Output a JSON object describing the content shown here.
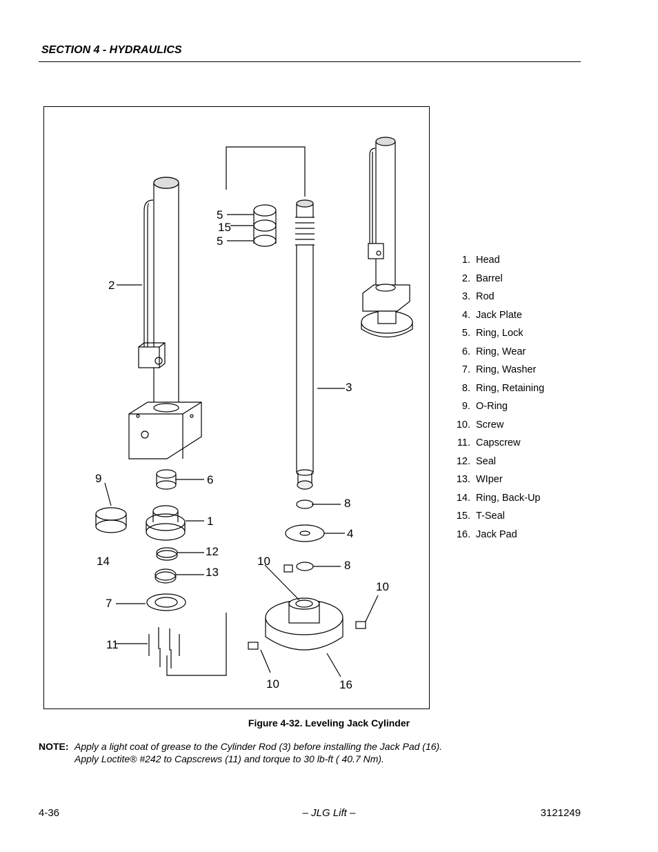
{
  "header": {
    "section": "SECTION 4 - HYDRAULICS"
  },
  "figure": {
    "caption": "Figure 4-32.  Leveling Jack Cylinder",
    "callouts": [
      "2",
      "5",
      "15",
      "5",
      "3",
      "9",
      "6",
      "1",
      "14",
      "12",
      "13",
      "7",
      "11",
      "8",
      "4",
      "10",
      "8",
      "10",
      "10",
      "16"
    ]
  },
  "parts": [
    {
      "num": "1.",
      "name": "Head"
    },
    {
      "num": "2.",
      "name": "Barrel"
    },
    {
      "num": "3.",
      "name": "Rod"
    },
    {
      "num": "4.",
      "name": "Jack Plate"
    },
    {
      "num": "5.",
      "name": "Ring, Lock"
    },
    {
      "num": "6.",
      "name": "Ring, Wear"
    },
    {
      "num": "7.",
      "name": "Ring, Washer"
    },
    {
      "num": "8.",
      "name": "Ring, Retaining"
    },
    {
      "num": "9.",
      "name": "O-Ring"
    },
    {
      "num": "10.",
      "name": "Screw"
    },
    {
      "num": "11.",
      "name": "Capscrew"
    },
    {
      "num": "12.",
      "name": "Seal"
    },
    {
      "num": "13.",
      "name": "WIper"
    },
    {
      "num": "14.",
      "name": "Ring, Back-Up"
    },
    {
      "num": "15.",
      "name": "T-Seal"
    },
    {
      "num": "16.",
      "name": "Jack Pad"
    }
  ],
  "note": {
    "label": "NOTE:",
    "line1": "Apply a light coat of grease to the Cylinder Rod (3) before installing the Jack Pad (16).",
    "line2": "Apply Loctite® #242 to Capscrews (11) and torque to 30 lb-ft ( 40.7 Nm)."
  },
  "footer": {
    "page": "4-36",
    "center": "– JLG Lift –",
    "doc": "3121249"
  }
}
